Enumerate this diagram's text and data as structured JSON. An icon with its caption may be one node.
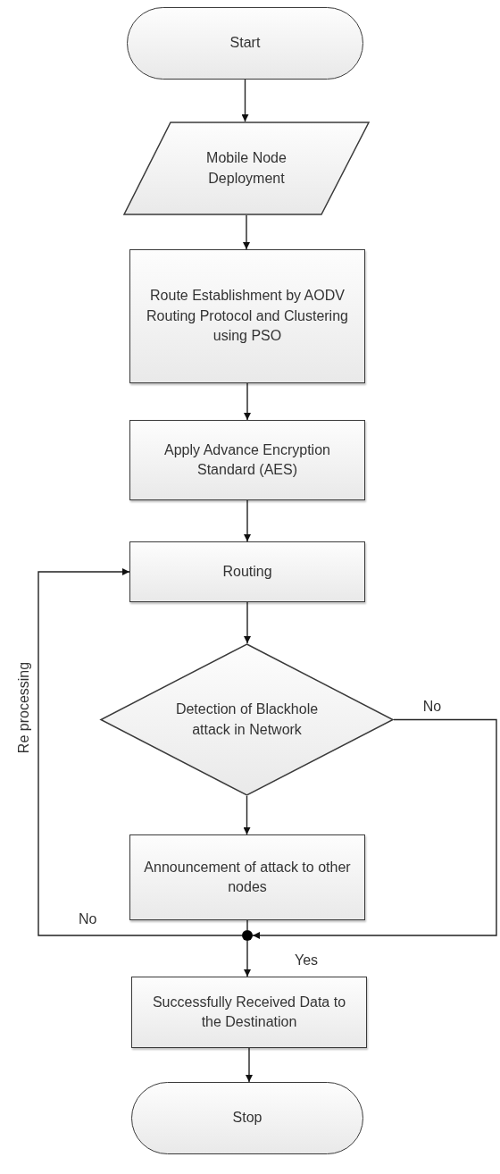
{
  "diagram": {
    "nodes": [
      {
        "text": [
          "Start"
        ]
      },
      {
        "text": [
          "Mobile Node Deployment"
        ]
      },
      {
        "text": [
          "Route Establishment by AODV Routing Protocol and Clustering using PSO"
        ]
      },
      {
        "text": [
          "Apply Advance Encryption Standard (AES)"
        ]
      },
      {
        "text": [
          "Routing"
        ]
      },
      {
        "text": [
          "Detection of Blackhole attack in Network"
        ]
      },
      {
        "text": [
          "Announcement of attack to other nodes"
        ]
      },
      {
        "text": [],
        "shape": "circle"
      },
      {
        "text": [
          "Successfully Received Data to the Destination"
        ]
      },
      {
        "text": [
          "Stop"
        ]
      }
    ],
    "edges": [
      {
        "from": 0,
        "to": 1,
        "arrow": "to"
      },
      {
        "from": 1,
        "to": 2,
        "arrow": "to"
      },
      {
        "from": 2,
        "to": 3,
        "arrow": "to"
      },
      {
        "from": 3,
        "to": 4,
        "arrow": "to"
      },
      {
        "from": 4,
        "to": 5,
        "arrow": "to"
      },
      {
        "from": 5,
        "to": 6,
        "arrow": "to"
      },
      {
        "from": 6,
        "to": 7,
        "arrow": "none"
      },
      {
        "from": 5,
        "to": 7,
        "arrow": "to",
        "label": "No"
      },
      {
        "from": 7,
        "to": 4,
        "arrow": "to",
        "label": "Re processing"
      },
      {
        "from": 7,
        "to": 8,
        "arrow": "to",
        "label": "Yes"
      },
      {
        "from": 8,
        "to": 9,
        "arrow": "to"
      }
    ],
    "labels": [
      "No"
    ]
  }
}
